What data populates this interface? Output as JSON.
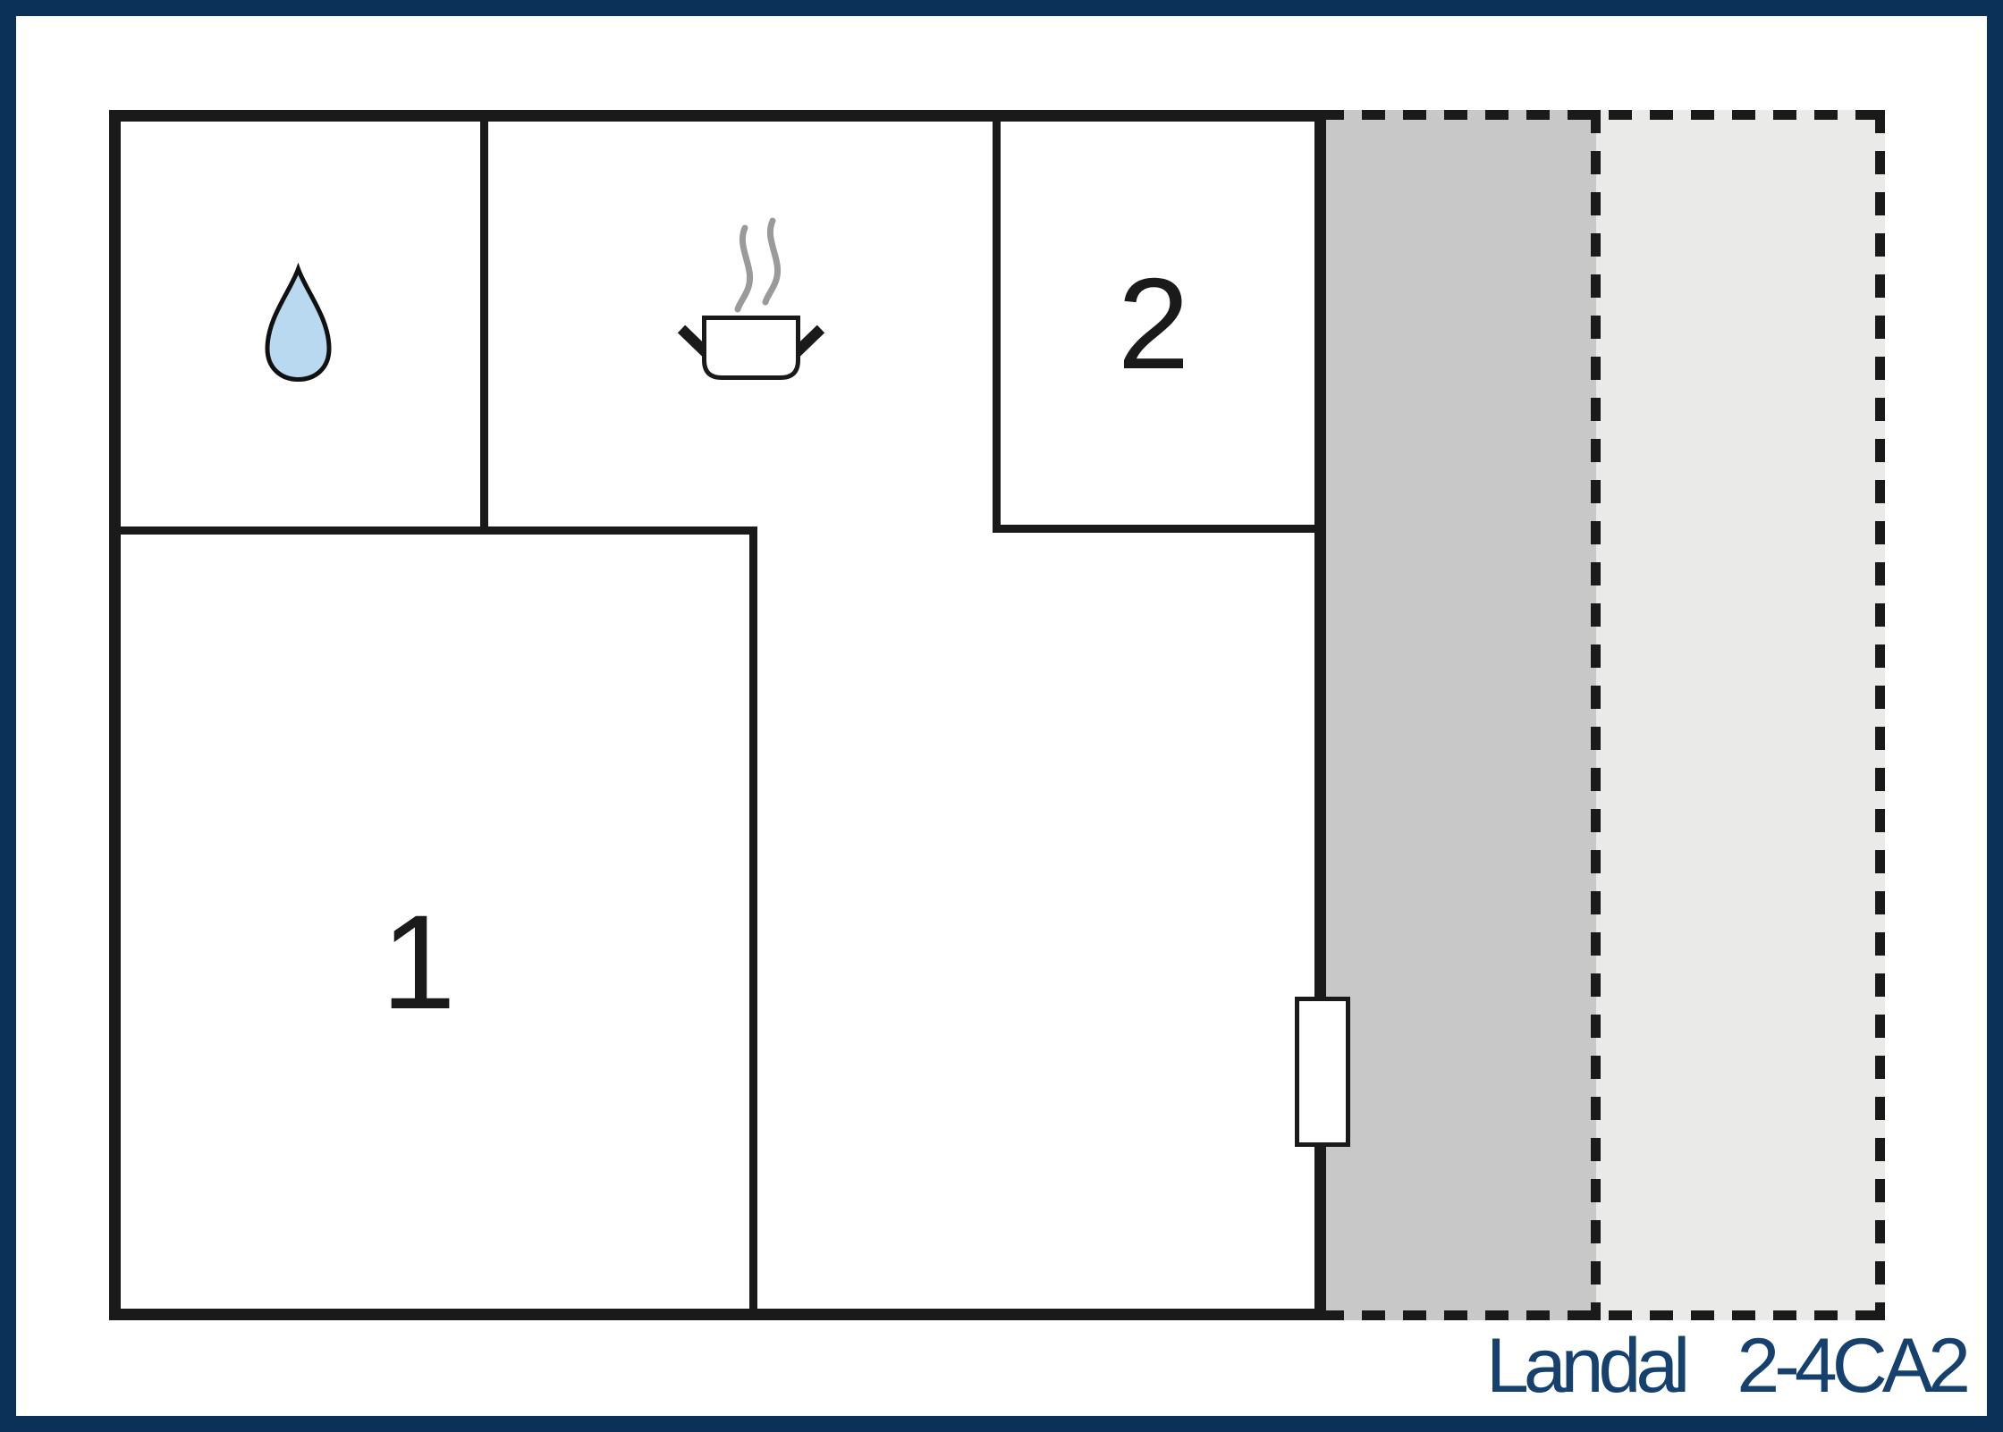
{
  "caption": {
    "brand": "Landal",
    "code": "2-4CA2"
  },
  "rooms": {
    "room1_label": "1",
    "room2_label": "2"
  },
  "icons": [
    "water-drop-icon",
    "steaming-pot-icon"
  ],
  "colors": {
    "frame_navy": "#0b3159",
    "caption_navy": "#16406e",
    "wall_black": "#1a1a1a",
    "drop_blue": "#b9d9f1",
    "drop_outline": "#111111",
    "steam_gray": "#9a9a9a",
    "terrace_dark_gray": "#c8c8c8",
    "terrace_light_gray": "#eaeae8",
    "door_white": "#ffffff",
    "paper_white": "#ffffff"
  }
}
